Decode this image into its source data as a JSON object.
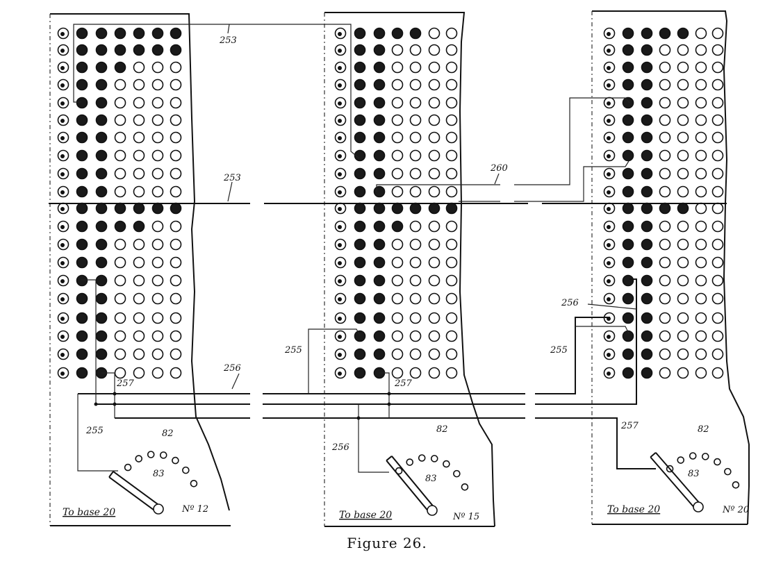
{
  "figure": {
    "caption": "Figure 26.",
    "colors": {
      "ink": "#111111",
      "paper": "#ffffff"
    }
  },
  "panels": [
    {
      "id": "panel-12",
      "number_label": "Nº 12",
      "base_label": "To base 20",
      "switch_contacts_label": "82",
      "switch_arm_label": "83",
      "grid_rows": 20,
      "grid_cols": 7,
      "marked_per_row_top": [
        7,
        7,
        4,
        3,
        3,
        3,
        3,
        3,
        3,
        3
      ],
      "marked_per_row_bottom": [
        7,
        5,
        3,
        3,
        3,
        3,
        3,
        3,
        3,
        3
      ]
    },
    {
      "id": "panel-15",
      "number_label": "Nº 15",
      "base_label": "To base 20",
      "switch_contacts_label": "82",
      "switch_arm_label": "83",
      "grid_rows": 20,
      "grid_cols": 7,
      "marked_per_row_top": [
        5,
        3,
        3,
        3,
        3,
        3,
        3,
        3,
        3,
        3
      ],
      "marked_per_row_bottom": [
        7,
        4,
        3,
        3,
        3,
        3,
        3,
        3,
        3,
        3
      ]
    },
    {
      "id": "panel-20",
      "number_label": "Nº 20",
      "base_label": "To base 20",
      "switch_contacts_label": "82",
      "switch_arm_label": "83",
      "grid_rows": 20,
      "grid_cols": 7,
      "marked_per_row_top": [
        5,
        3,
        3,
        3,
        3,
        3,
        3,
        3,
        3,
        3
      ],
      "marked_per_row_bottom": [
        5,
        3,
        3,
        3,
        3,
        3,
        3,
        3,
        3,
        3
      ]
    }
  ],
  "wire_labels": {
    "w253_top": "253",
    "w253_mid": "253",
    "w260": "260",
    "w256_p1": "256",
    "w257_p1": "257",
    "w255_p1": "255",
    "w255_p2": "255",
    "w257_p2": "257",
    "w256_p2": "256",
    "w256_p3": "256",
    "w255_p3": "255",
    "w257_p3": "257"
  }
}
